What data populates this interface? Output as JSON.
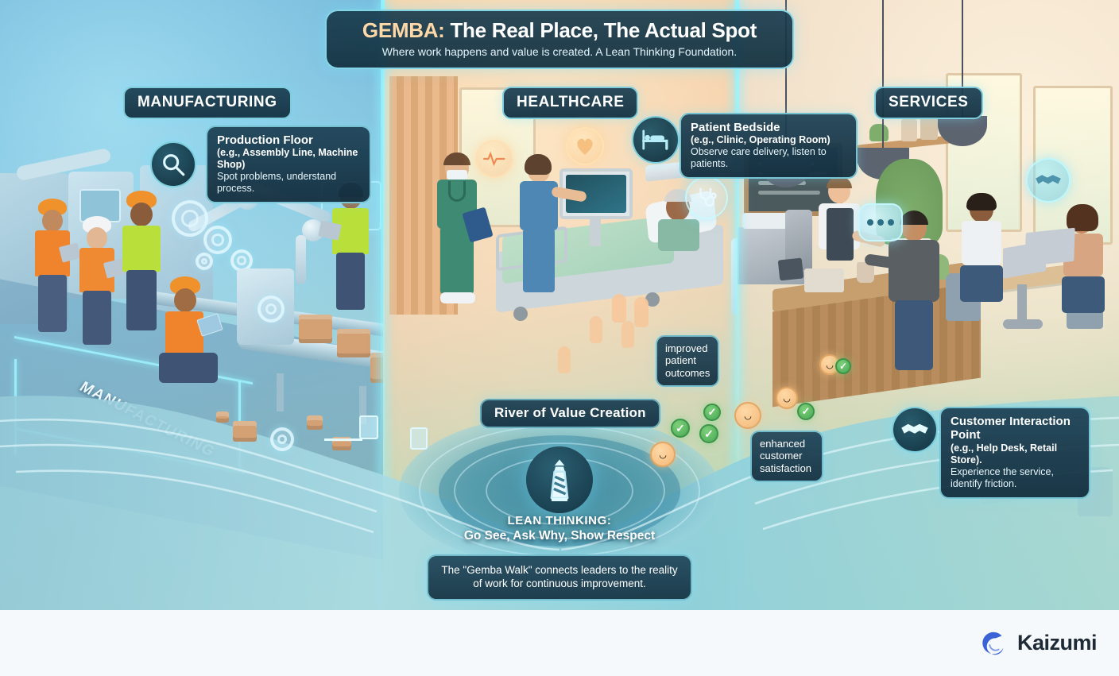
{
  "header": {
    "title_accent": "GEMBA:",
    "title_rest": " The Real Place, The Actual Spot",
    "subtitle": "Where work happens and value is created. A Lean Thinking Foundation."
  },
  "sections": [
    {
      "id": "manufacturing",
      "label": "MANUFACTURING",
      "floor_label": "MANUFACTURING",
      "icon": "magnifier-icon",
      "callout": {
        "title": "Production Floor",
        "example": "(e.g., Assembly Line, Machine Shop)",
        "detail": "Spot problems, understand process."
      }
    },
    {
      "id": "healthcare",
      "label": "HEALTHCARE",
      "icon": "hospital-bed-icon",
      "callout": {
        "title": "Patient Bedside",
        "example": "(e.g., Clinic, Operating Room)",
        "detail": "Observe care delivery, listen to patients."
      }
    },
    {
      "id": "services",
      "label": "SERVICES",
      "icon": "handshake-icon",
      "callout": {
        "title": "Customer Interaction Point",
        "example": "(e.g., Help Desk, Retail Store).",
        "detail": "Experience the service, identify friction."
      }
    }
  ],
  "river": {
    "label": "River of Value Creation",
    "outcomes": [
      {
        "id": "patient-outcomes",
        "text": "improved patient outcomes"
      },
      {
        "id": "customer-satisfaction",
        "text": "enhanced customer satisfaction"
      }
    ]
  },
  "lean": {
    "icon": "lighthouse-icon",
    "heading": "LEAN THINKING:",
    "principles": "Go See, Ask Why, Show Respect",
    "note": "The \"Gemba Walk\" connects leaders to the reality of work for continuous improvement."
  },
  "footer": {
    "brand": "Kaizumi",
    "logo_icon": "kaizumi-wave-logo"
  },
  "colors": {
    "accent_cyan": "#96f0ff",
    "panel_dark": "#1e4256",
    "title_accent": "#ffd8a8",
    "brand_blue": "#3b63d6",
    "smiley_orange": "#f2b878",
    "check_green": "#49a855"
  },
  "chart_data": null
}
